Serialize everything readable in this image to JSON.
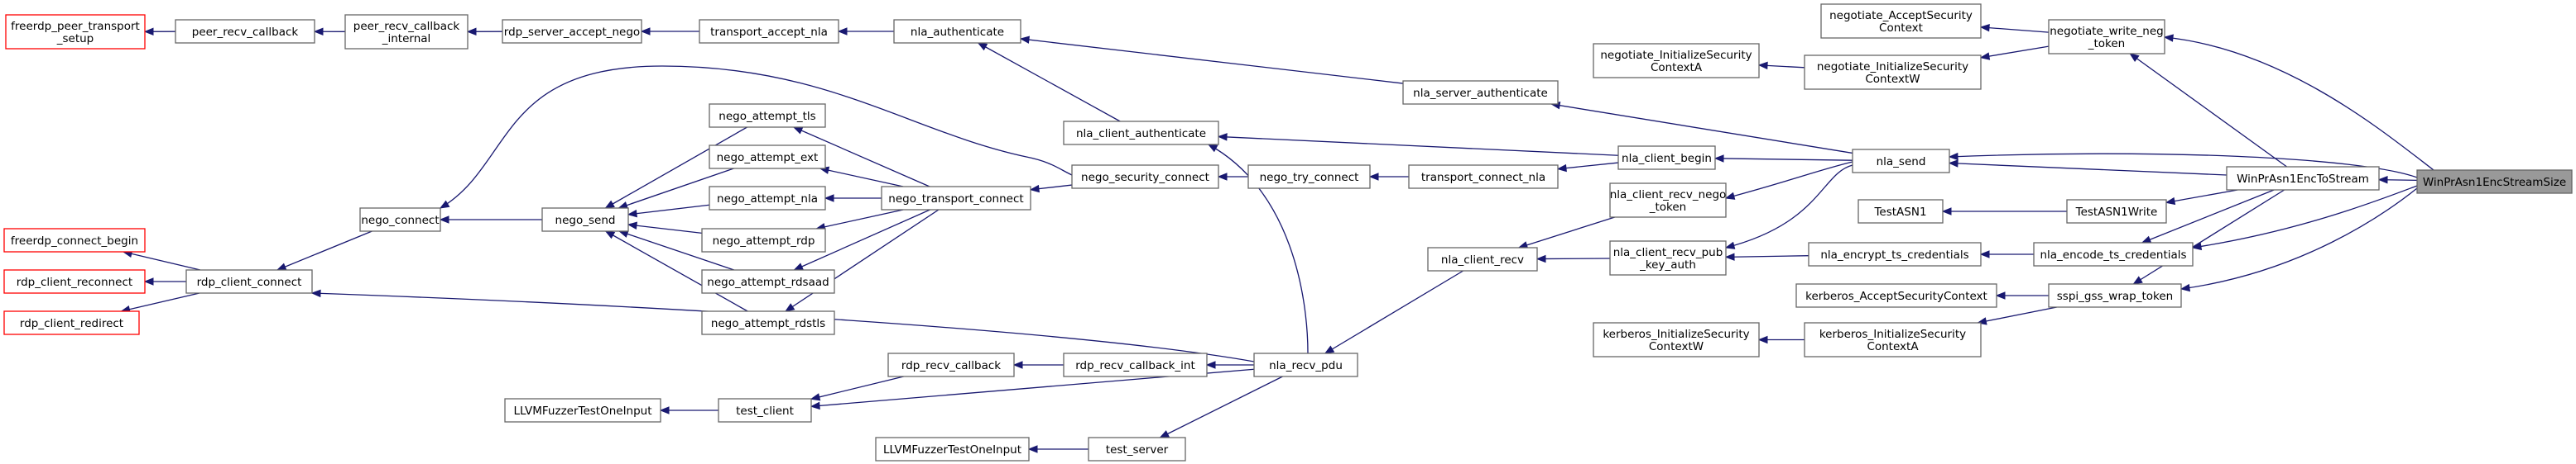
{
  "graph": {
    "type": "call-graph",
    "colors": {
      "edge": "#191970",
      "node_border": "#666666",
      "external_node_border": "#ff0000",
      "focus_fill": "#999999"
    },
    "nodes": [
      {
        "id": "freerdp_peer_transport_setup",
        "lines": [
          "freerdp_peer_transport",
          "_setup"
        ],
        "style": "external"
      },
      {
        "id": "peer_recv_callback",
        "lines": [
          "peer_recv_callback"
        ]
      },
      {
        "id": "peer_recv_callback_internal",
        "lines": [
          "peer_recv_callback",
          "_internal"
        ]
      },
      {
        "id": "rdp_server_accept_nego",
        "lines": [
          "rdp_server_accept_nego"
        ]
      },
      {
        "id": "transport_accept_nla",
        "lines": [
          "transport_accept_nla"
        ]
      },
      {
        "id": "nla_authenticate",
        "lines": [
          "nla_authenticate"
        ]
      },
      {
        "id": "nla_server_authenticate",
        "lines": [
          "nla_server_authenticate"
        ]
      },
      {
        "id": "nla_client_authenticate",
        "lines": [
          "nla_client_authenticate"
        ]
      },
      {
        "id": "nego_attempt_tls",
        "lines": [
          "nego_attempt_tls"
        ]
      },
      {
        "id": "nego_attempt_ext",
        "lines": [
          "nego_attempt_ext"
        ]
      },
      {
        "id": "nego_attempt_nla",
        "lines": [
          "nego_attempt_nla"
        ]
      },
      {
        "id": "nego_attempt_rdp",
        "lines": [
          "nego_attempt_rdp"
        ]
      },
      {
        "id": "nego_attempt_rdsaad",
        "lines": [
          "nego_attempt_rdsaad"
        ]
      },
      {
        "id": "nego_attempt_rdstls",
        "lines": [
          "nego_attempt_rdstls"
        ]
      },
      {
        "id": "nego_transport_connect",
        "lines": [
          "nego_transport_connect"
        ]
      },
      {
        "id": "nego_security_connect",
        "lines": [
          "nego_security_connect"
        ]
      },
      {
        "id": "nego_try_connect",
        "lines": [
          "nego_try_connect"
        ]
      },
      {
        "id": "transport_connect_nla",
        "lines": [
          "transport_connect_nla"
        ]
      },
      {
        "id": "nego_connect",
        "lines": [
          "nego_connect"
        ]
      },
      {
        "id": "nego_send",
        "lines": [
          "nego_send"
        ]
      },
      {
        "id": "freerdp_connect_begin",
        "lines": [
          "freerdp_connect_begin"
        ],
        "style": "external"
      },
      {
        "id": "rdp_client_reconnect",
        "lines": [
          "rdp_client_reconnect"
        ],
        "style": "external"
      },
      {
        "id": "rdp_client_redirect",
        "lines": [
          "rdp_client_redirect"
        ],
        "style": "external"
      },
      {
        "id": "rdp_client_connect",
        "lines": [
          "rdp_client_connect"
        ]
      },
      {
        "id": "rdp_recv_callback",
        "lines": [
          "rdp_recv_callback"
        ]
      },
      {
        "id": "rdp_recv_callback_int",
        "lines": [
          "rdp_recv_callback_int"
        ]
      },
      {
        "id": "nla_recv_pdu",
        "lines": [
          "nla_recv_pdu"
        ]
      },
      {
        "id": "llvm_fuzzer_1",
        "lines": [
          "LLVMFuzzerTestOneInput"
        ]
      },
      {
        "id": "test_client",
        "lines": [
          "test_client"
        ]
      },
      {
        "id": "llvm_fuzzer_2",
        "lines": [
          "LLVMFuzzerTestOneInput"
        ]
      },
      {
        "id": "test_server",
        "lines": [
          "test_server"
        ]
      },
      {
        "id": "nla_client_recv",
        "lines": [
          "nla_client_recv"
        ]
      },
      {
        "id": "nla_client_recv_nego_token",
        "lines": [
          "nla_client_recv_nego",
          "_token"
        ]
      },
      {
        "id": "nla_client_recv_pub_key_auth",
        "lines": [
          "nla_client_recv_pub",
          "_key_auth"
        ]
      },
      {
        "id": "nla_client_begin",
        "lines": [
          "nla_client_begin"
        ]
      },
      {
        "id": "negotiate_InitializeSecurityContextA",
        "lines": [
          "negotiate_InitializeSecurity",
          "ContextA"
        ]
      },
      {
        "id": "negotiate_AcceptSecurityContext",
        "lines": [
          "negotiate_AcceptSecurity",
          "Context"
        ]
      },
      {
        "id": "negotiate_InitializeSecurityContextW",
        "lines": [
          "negotiate_InitializeSecurity",
          "ContextW"
        ]
      },
      {
        "id": "negotiate_write_neg_token",
        "lines": [
          "negotiate_write_neg",
          "_token"
        ]
      },
      {
        "id": "nla_send",
        "lines": [
          "nla_send"
        ]
      },
      {
        "id": "TestASN1",
        "lines": [
          "TestASN1"
        ]
      },
      {
        "id": "TestASN1Write",
        "lines": [
          "TestASN1Write"
        ]
      },
      {
        "id": "nla_encrypt_ts_credentials",
        "lines": [
          "nla_encrypt_ts_credentials"
        ]
      },
      {
        "id": "nla_encode_ts_credentials",
        "lines": [
          "nla_encode_ts_credentials"
        ]
      },
      {
        "id": "kerberos_AcceptSecurityContext",
        "lines": [
          "kerberos_AcceptSecurityContext"
        ]
      },
      {
        "id": "kerberos_InitializeSecurityContextW",
        "lines": [
          "kerberos_InitializeSecurity",
          "ContextW"
        ]
      },
      {
        "id": "kerberos_InitializeSecurityContextA",
        "lines": [
          "kerberos_InitializeSecurity",
          "ContextA"
        ]
      },
      {
        "id": "sspi_gss_wrap_token",
        "lines": [
          "sspi_gss_wrap_token"
        ]
      },
      {
        "id": "WinPrAsn1EncToStream",
        "lines": [
          "WinPrAsn1EncToStream"
        ]
      },
      {
        "id": "WinPrAsn1EncStreamSize",
        "lines": [
          "WinPrAsn1EncStreamSize"
        ],
        "style": "focus"
      }
    ],
    "edges": [
      {
        "from": "freerdp_peer_transport_setup",
        "to": "peer_recv_callback"
      },
      {
        "from": "peer_recv_callback",
        "to": "peer_recv_callback_internal"
      },
      {
        "from": "peer_recv_callback_internal",
        "to": "rdp_server_accept_nego"
      },
      {
        "from": "rdp_server_accept_nego",
        "to": "transport_accept_nla"
      },
      {
        "from": "transport_accept_nla",
        "to": "nla_authenticate"
      },
      {
        "from": "nla_authenticate",
        "to": "nla_server_authenticate"
      },
      {
        "from": "nla_authenticate",
        "to": "nla_client_authenticate"
      },
      {
        "from": "nla_server_authenticate",
        "to": "nla_send"
      },
      {
        "from": "nla_client_authenticate",
        "to": "nla_client_begin"
      },
      {
        "from": "nla_client_authenticate",
        "to": "nla_recv_pdu"
      },
      {
        "from": "nego_attempt_tls",
        "to": "nego_transport_connect"
      },
      {
        "from": "nego_attempt_ext",
        "to": "nego_transport_connect"
      },
      {
        "from": "nego_attempt_nla",
        "to": "nego_transport_connect"
      },
      {
        "from": "nego_attempt_rdp",
        "to": "nego_transport_connect"
      },
      {
        "from": "nego_attempt_rdsaad",
        "to": "nego_transport_connect"
      },
      {
        "from": "nego_attempt_rdstls",
        "to": "nego_transport_connect"
      },
      {
        "from": "nego_transport_connect",
        "to": "nego_security_connect"
      },
      {
        "from": "nego_security_connect",
        "to": "nego_try_connect"
      },
      {
        "from": "nego_try_connect",
        "to": "transport_connect_nla"
      },
      {
        "from": "transport_connect_nla",
        "to": "nla_client_begin"
      },
      {
        "from": "nego_connect",
        "to": "nego_security_connect"
      },
      {
        "from": "nego_connect",
        "to": "nego_send"
      },
      {
        "from": "nego_send",
        "to": "nego_attempt_tls"
      },
      {
        "from": "nego_send",
        "to": "nego_attempt_ext"
      },
      {
        "from": "nego_send",
        "to": "nego_attempt_nla"
      },
      {
        "from": "nego_send",
        "to": "nego_attempt_rdp"
      },
      {
        "from": "nego_send",
        "to": "nego_attempt_rdsaad"
      },
      {
        "from": "nego_send",
        "to": "nego_attempt_rdstls"
      },
      {
        "from": "freerdp_connect_begin",
        "to": "rdp_client_connect"
      },
      {
        "from": "rdp_client_reconnect",
        "to": "rdp_client_connect"
      },
      {
        "from": "rdp_client_redirect",
        "to": "rdp_client_connect"
      },
      {
        "from": "rdp_client_connect",
        "to": "nego_connect"
      },
      {
        "from": "rdp_client_connect",
        "to": "nla_recv_pdu"
      },
      {
        "from": "rdp_recv_callback",
        "to": "rdp_recv_callback_int"
      },
      {
        "from": "rdp_recv_callback_int",
        "to": "nla_recv_pdu"
      },
      {
        "from": "llvm_fuzzer_1",
        "to": "test_client"
      },
      {
        "from": "test_client",
        "to": "rdp_recv_callback"
      },
      {
        "from": "test_client",
        "to": "nla_recv_pdu"
      },
      {
        "from": "llvm_fuzzer_2",
        "to": "test_server"
      },
      {
        "from": "test_server",
        "to": "nla_recv_pdu"
      },
      {
        "from": "nla_recv_pdu",
        "to": "nla_client_recv"
      },
      {
        "from": "nla_client_recv",
        "to": "nla_client_recv_nego_token"
      },
      {
        "from": "nla_client_recv",
        "to": "nla_client_recv_pub_key_auth"
      },
      {
        "from": "nla_client_recv_nego_token",
        "to": "nla_send"
      },
      {
        "from": "nla_client_recv_pub_key_auth",
        "to": "nla_send"
      },
      {
        "from": "nla_client_recv_pub_key_auth",
        "to": "nla_encrypt_ts_credentials"
      },
      {
        "from": "nla_client_begin",
        "to": "nla_send"
      },
      {
        "from": "negotiate_InitializeSecurityContextA",
        "to": "negotiate_InitializeSecurityContextW"
      },
      {
        "from": "negotiate_AcceptSecurityContext",
        "to": "negotiate_write_neg_token"
      },
      {
        "from": "negotiate_InitializeSecurityContextW",
        "to": "negotiate_write_neg_token"
      },
      {
        "from": "negotiate_write_neg_token",
        "to": "WinPrAsn1EncToStream"
      },
      {
        "from": "negotiate_write_neg_token",
        "to": "WinPrAsn1EncStreamSize"
      },
      {
        "from": "nla_send",
        "to": "WinPrAsn1EncToStream"
      },
      {
        "from": "nla_send",
        "to": "WinPrAsn1EncStreamSize"
      },
      {
        "from": "TestASN1",
        "to": "TestASN1Write"
      },
      {
        "from": "TestASN1Write",
        "to": "WinPrAsn1EncToStream"
      },
      {
        "from": "nla_encrypt_ts_credentials",
        "to": "nla_encode_ts_credentials"
      },
      {
        "from": "nla_encode_ts_credentials",
        "to": "WinPrAsn1EncToStream"
      },
      {
        "from": "nla_encode_ts_credentials",
        "to": "WinPrAsn1EncStreamSize"
      },
      {
        "from": "kerberos_AcceptSecurityContext",
        "to": "sspi_gss_wrap_token"
      },
      {
        "from": "kerberos_InitializeSecurityContextW",
        "to": "kerberos_InitializeSecurityContextA"
      },
      {
        "from": "kerberos_InitializeSecurityContextA",
        "to": "sspi_gss_wrap_token"
      },
      {
        "from": "sspi_gss_wrap_token",
        "to": "WinPrAsn1EncToStream"
      },
      {
        "from": "sspi_gss_wrap_token",
        "to": "WinPrAsn1EncStreamSize"
      },
      {
        "from": "WinPrAsn1EncToStream",
        "to": "WinPrAsn1EncStreamSize"
      }
    ]
  }
}
